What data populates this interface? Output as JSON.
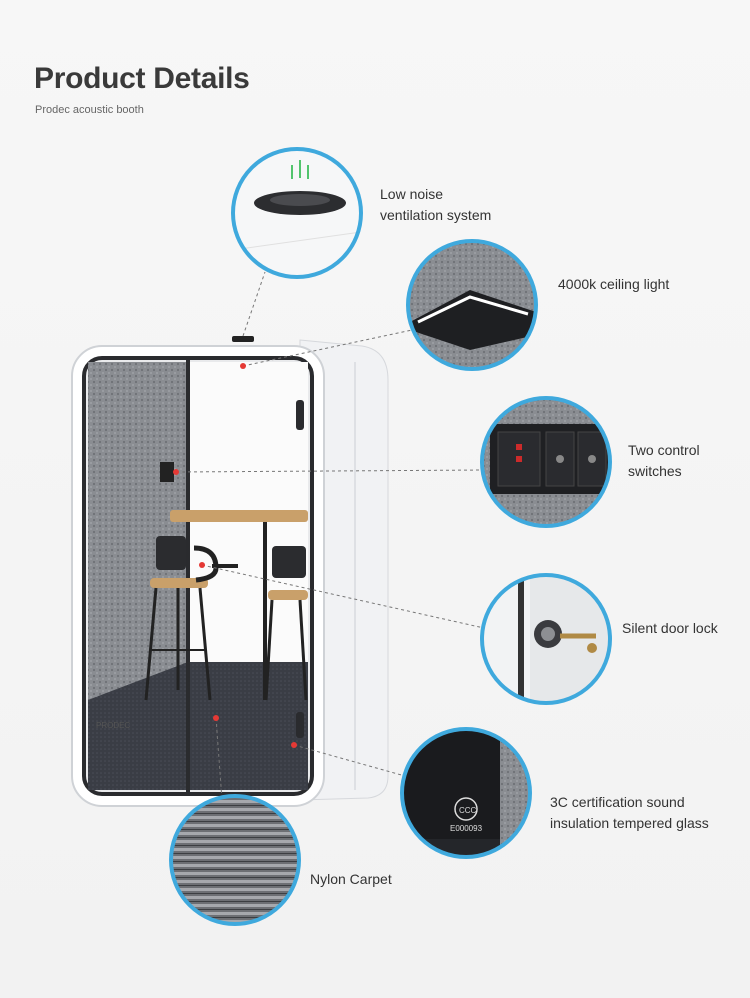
{
  "header": {
    "title": "Product Details",
    "subtitle": "Prodec acoustic booth"
  },
  "features": [
    {
      "lines": [
        "Low noise",
        "ventilation system"
      ]
    },
    {
      "lines": [
        "4000k ceiling light"
      ]
    },
    {
      "lines": [
        "Two control",
        "switches"
      ]
    },
    {
      "lines": [
        "Silent door lock"
      ]
    },
    {
      "lines": [
        "3C certification sound",
        "insulation tempered glass"
      ]
    },
    {
      "lines": [
        "Nylon Carpet"
      ]
    }
  ],
  "badges": {
    "certificate_code": "E000093"
  },
  "colors": {
    "callout_ring": "#3fa9dd",
    "marker": "#e53935",
    "felt": "#7a7d82"
  }
}
